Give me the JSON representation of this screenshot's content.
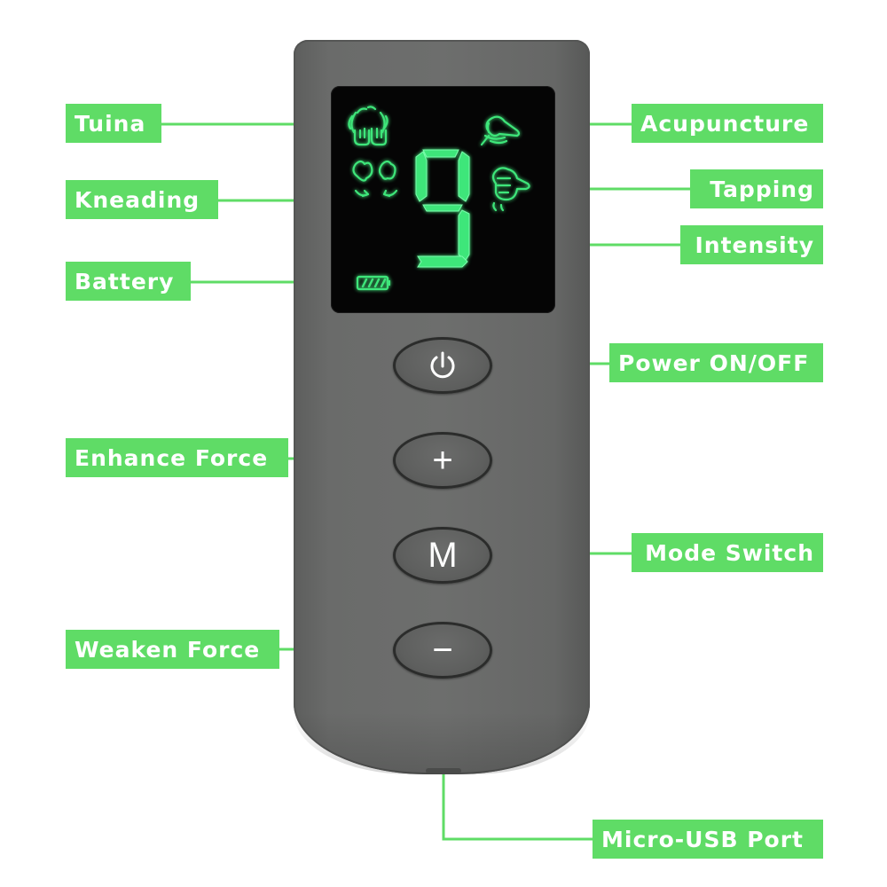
{
  "display": {
    "intensity_digit": "9",
    "battery_bars": 4
  },
  "buttons": {
    "power_icon": "power-icon",
    "plus_label": "+",
    "mode_label": "M",
    "minus_label": "−"
  },
  "callouts": {
    "tuina": "Tuina",
    "kneading": "Kneading",
    "battery": "Battery",
    "enhance_force": "Enhance Force",
    "weaken_force": "Weaken Force",
    "acupuncture": "Acupuncture",
    "tapping": "Tapping",
    "intensity": "Intensity",
    "power": "Power ON/OFF",
    "mode_switch": "Mode Switch",
    "micro_usb": "Micro-USB Port"
  },
  "colors": {
    "callout_green": "#5fdc66",
    "display_green": "#3ee67a",
    "body_gray": "#6a6b6a"
  }
}
